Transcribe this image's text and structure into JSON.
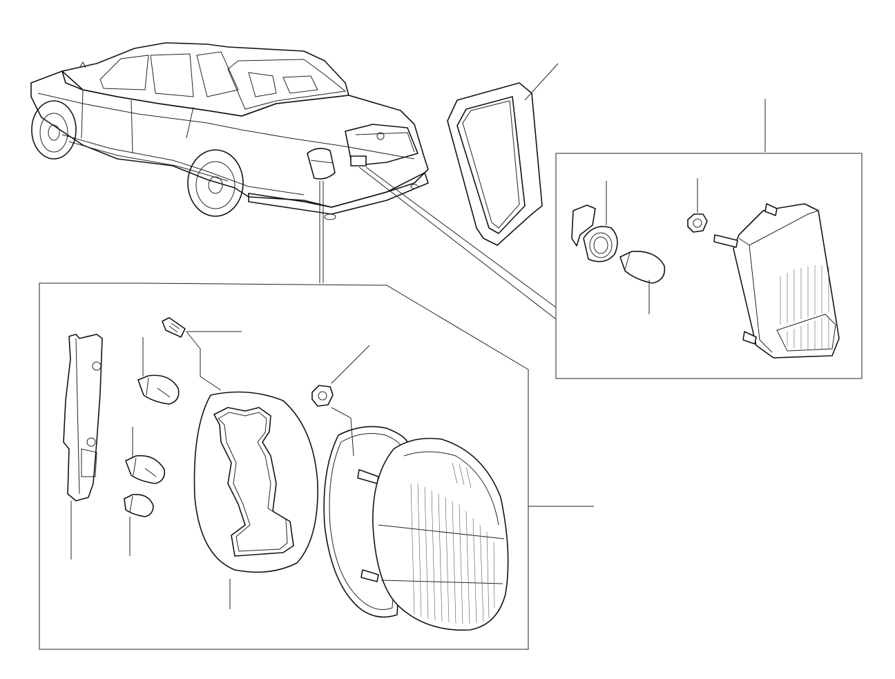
{
  "diagram": {
    "type": "exploded-parts-diagram",
    "background": "#ffffff",
    "line_color": "#111111",
    "components": [
      "vehicle",
      "rear-lamp-gasket",
      "plate-lamp-assembly",
      "bulb-holder",
      "plate-lamp-bulb",
      "nut",
      "plate-lamp-lens",
      "tail-lamp-assembly",
      "lamp-circuit-board",
      "bulb-1",
      "bulb-2",
      "bulb-3",
      "screw",
      "tail-lamp-gasket",
      "tail-lamp-nut",
      "tail-lamp-seal",
      "tail-lamp-lens"
    ]
  }
}
